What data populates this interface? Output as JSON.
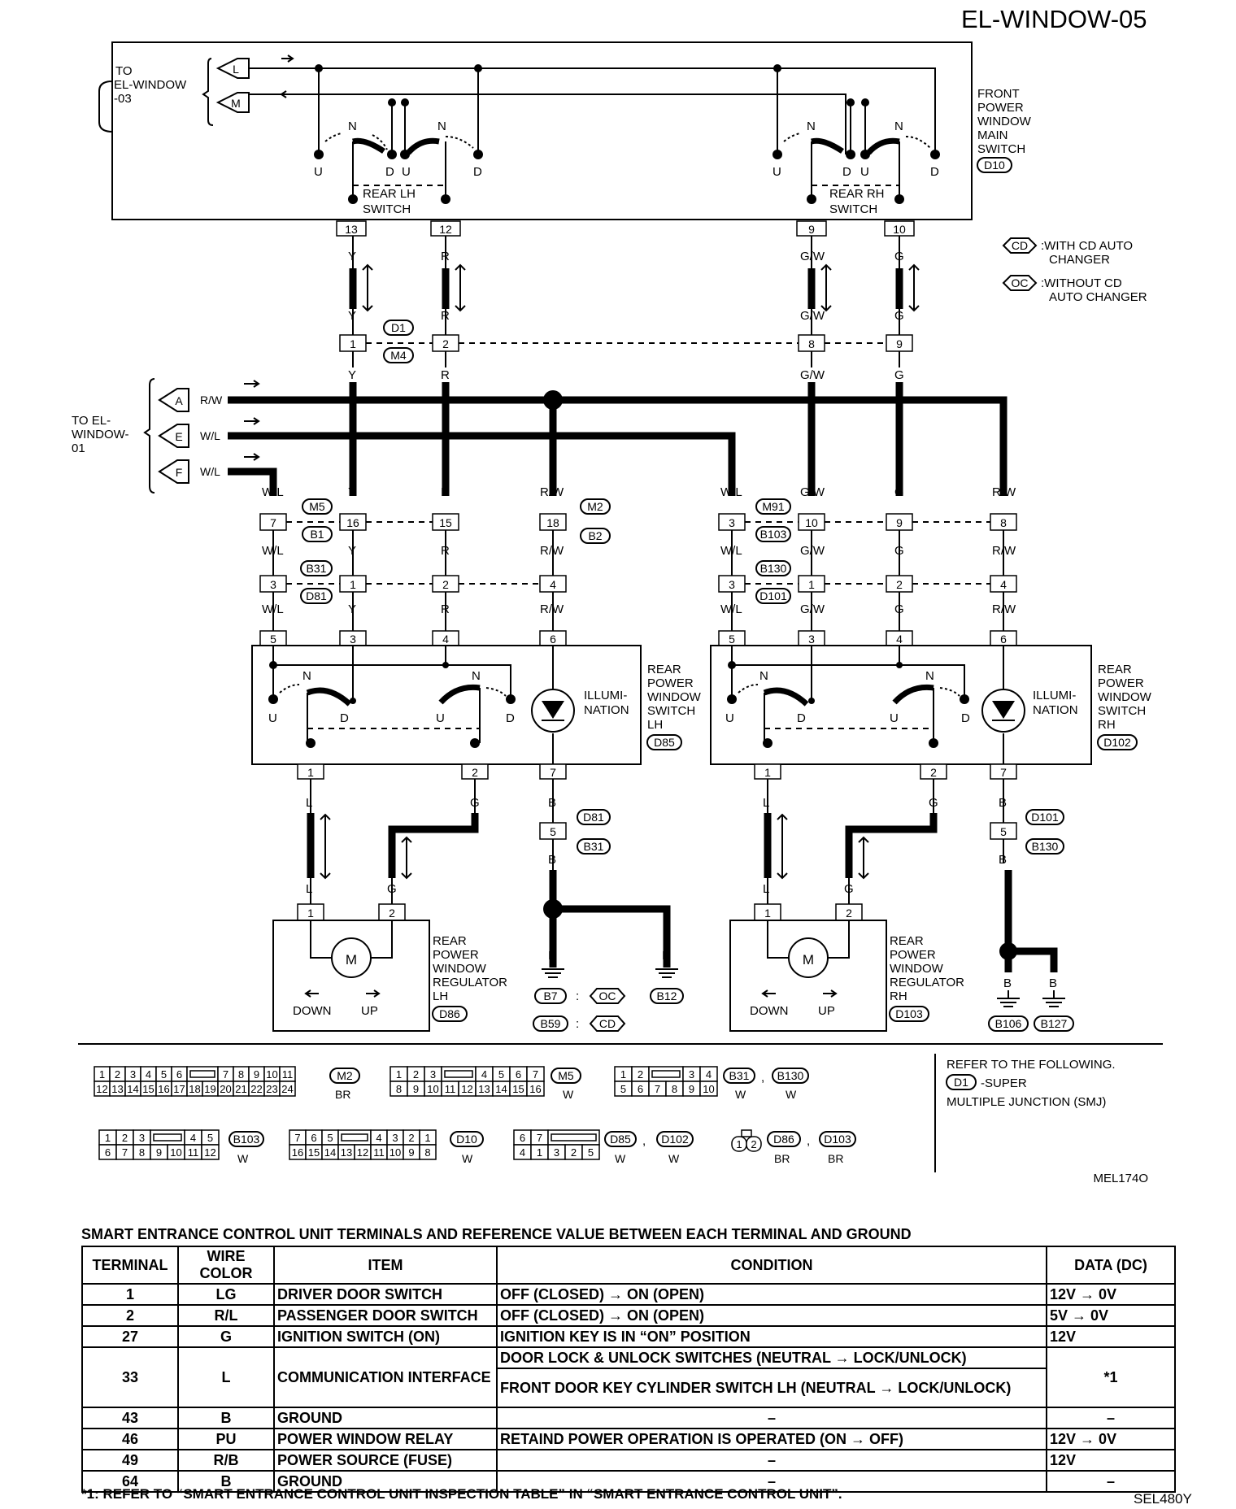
{
  "page_title": "EL-WINDOW-05",
  "figure_code": "MEL174O",
  "table_code": "SEL480Y",
  "labels": {
    "to_window03": [
      "TO",
      "EL-WINDOW",
      "-03"
    ],
    "to_window01": [
      "TO EL-",
      "WINDOW-",
      "01"
    ],
    "front_main_switch": [
      "FRONT",
      "POWER",
      "WINDOW",
      "MAIN",
      "SWITCH"
    ],
    "front_main_switch_conn": "D10",
    "rear_lh_switch": [
      "REAR LH",
      "SWITCH"
    ],
    "rear_rh_switch": [
      "REAR RH",
      "SWITCH"
    ],
    "rear_sw_lh": [
      "REAR",
      "POWER",
      "WINDOW",
      "SWITCH",
      "LH"
    ],
    "rear_sw_lh_conn": "D85",
    "rear_sw_rh": [
      "REAR",
      "POWER",
      "WINDOW",
      "SWITCH",
      "RH"
    ],
    "rear_sw_rh_conn": "D102",
    "illumination": [
      "ILLUMI-",
      "NATION"
    ],
    "reg_lh": [
      "REAR",
      "POWER",
      "WINDOW",
      "REGULATOR",
      "LH"
    ],
    "reg_lh_conn": "D86",
    "reg_rh": [
      "REAR",
      "POWER",
      "WINDOW",
      "REGULATOR",
      "RH"
    ],
    "reg_rh_conn": "D103",
    "down": "DOWN",
    "up": "UP",
    "motor": "M",
    "sw_n": "N",
    "sw_u": "U",
    "sw_d": "D"
  },
  "legend": {
    "cd_code": "CD",
    "cd_text": [
      ":WITH CD AUTO",
      "CHANGER"
    ],
    "oc_code": "OC",
    "oc_text": [
      ":WITHOUT CD",
      "AUTO CHANGER"
    ]
  },
  "harness_in": [
    {
      "letter": "L"
    },
    {
      "letter": "M"
    },
    {
      "letter": "A",
      "wire": "R/W"
    },
    {
      "letter": "E",
      "wire": "W/L"
    },
    {
      "letter": "F",
      "wire": "W/L"
    }
  ],
  "main_pins": [
    "13",
    "12",
    "9",
    "10"
  ],
  "wire_colors_top": [
    "Y",
    "R",
    "G/W",
    "G"
  ],
  "jc_d1": {
    "codes": [
      "D1",
      "M4"
    ],
    "pins": [
      "1",
      "2",
      "8",
      "9"
    ]
  },
  "jc_m5": {
    "codes": [
      "M5",
      "B1"
    ],
    "pins": [
      "7",
      "16",
      "15"
    ]
  },
  "jc_m2": {
    "codes": [
      "M2",
      "B2"
    ],
    "pins": [
      "18"
    ]
  },
  "jc_m91": {
    "codes": [
      "M91",
      "B103"
    ],
    "pins": [
      "3",
      "10",
      "9",
      "8"
    ]
  },
  "jc_b31": {
    "codes": [
      "B31",
      "D81"
    ],
    "pins": [
      "3",
      "1",
      "2",
      "4"
    ]
  },
  "jc_b130": {
    "codes": [
      "B130",
      "D101"
    ],
    "pins": [
      "3",
      "1",
      "2",
      "4"
    ]
  },
  "rear_sw_pins": [
    "5",
    "3",
    "4",
    "6"
  ],
  "rear_sw_bottom_pins": [
    "1",
    "2",
    "7"
  ],
  "ground_jc_lh": {
    "pin": "5",
    "codes": [
      "D81",
      "B31"
    ]
  },
  "ground_jc_rh": {
    "pin": "5",
    "codes": [
      "D101",
      "B130"
    ]
  },
  "wire_colors_bottom": [
    "L",
    "G",
    "B"
  ],
  "grounds": {
    "lh": [
      {
        "code": "B7",
        "opt": "OC"
      },
      {
        "code": "B59",
        "opt": "CD"
      }
    ],
    "lh_b12": "B12",
    "rh": [
      "B106",
      "B127"
    ]
  },
  "connectors": {
    "m2": {
      "top": [
        "1",
        "2",
        "3",
        "4",
        "5",
        "6",
        "7",
        "8",
        "9",
        "10",
        "11"
      ],
      "bottom": [
        "12",
        "13",
        "14",
        "15",
        "16",
        "17",
        "18",
        "19",
        "20",
        "21",
        "22",
        "23",
        "24"
      ],
      "code": "M2",
      "color": "BR"
    },
    "m5": {
      "top": [
        "1",
        "2",
        "3",
        "4",
        "5",
        "6",
        "7"
      ],
      "bottom": [
        "8",
        "9",
        "10",
        "11",
        "12",
        "13",
        "14",
        "15",
        "16"
      ],
      "code": "M5",
      "color": "W"
    },
    "b31": {
      "top": [
        "1",
        "2",
        "3",
        "4"
      ],
      "bottom": [
        "5",
        "6",
        "7",
        "8",
        "9",
        "10"
      ],
      "codes": [
        "B31",
        "B130"
      ],
      "colors": [
        "W",
        "W"
      ]
    },
    "b103": {
      "top": [
        "1",
        "2",
        "3",
        "4",
        "5"
      ],
      "bottom": [
        "6",
        "7",
        "8",
        "9",
        "10",
        "11",
        "12"
      ],
      "code": "B103",
      "color": "W"
    },
    "d10": {
      "top": [
        "7",
        "6",
        "5",
        "4",
        "3",
        "2",
        "1"
      ],
      "bottom": [
        "16",
        "15",
        "14",
        "13",
        "12",
        "11",
        "10",
        "9",
        "8"
      ],
      "code": "D10",
      "color": "W"
    },
    "d85": {
      "top": [
        "6",
        "7"
      ],
      "bottom": [
        "4",
        "1",
        "3",
        "2",
        "5"
      ],
      "codes": [
        "D85",
        "D102"
      ],
      "colors": [
        "W",
        "W"
      ]
    },
    "d86": {
      "pins": [
        "1",
        "2"
      ],
      "codes": [
        "D86",
        "D103"
      ],
      "colors": [
        "BR",
        "BR"
      ]
    }
  },
  "refer_note": {
    "line1": "REFER TO THE FOLLOWING.",
    "code": "D1",
    "line2": "-SUPER",
    "line3": "MULTIPLE JUNCTION (SMJ)"
  },
  "terminal_table": {
    "title": "SMART ENTRANCE CONTROL UNIT TERMINALS AND REFERENCE VALUE BETWEEN EACH TERMINAL AND GROUND",
    "headers": [
      "TERMINAL",
      "WIRE COLOR",
      "ITEM",
      "CONDITION",
      "DATA (DC)"
    ],
    "rows": [
      {
        "terminal": "1",
        "wire": "LG",
        "item": "DRIVER DOOR SWITCH",
        "condition": "OFF (CLOSED) → ON (OPEN)",
        "data": "12V → 0V"
      },
      {
        "terminal": "2",
        "wire": "R/L",
        "item": "PASSENGER DOOR SWITCH",
        "condition": "OFF (CLOSED) → ON (OPEN)",
        "data": "5V → 0V"
      },
      {
        "terminal": "27",
        "wire": "G",
        "item": "IGNITION SWITCH (ON)",
        "condition": "IGNITION KEY IS IN “ON” POSITION",
        "data": "12V"
      },
      {
        "terminal": "33",
        "wire": "L",
        "item": "COMMUNICATION INTERFACE",
        "condition": "DOOR LOCK & UNLOCK SWITCHES (NEUTRAL → LOCK/UNLOCK)",
        "condition2": "FRONT DOOR KEY CYLINDER SWITCH LH (NEUTRAL → LOCK/UNLOCK)",
        "data": "*1"
      },
      {
        "terminal": "43",
        "wire": "B",
        "item": "GROUND",
        "condition": "–",
        "data": "–"
      },
      {
        "terminal": "46",
        "wire": "PU",
        "item": "POWER WINDOW RELAY",
        "condition": "RETAIND POWER OPERATION IS OPERATED  (ON → OFF)",
        "data": "12V → 0V"
      },
      {
        "terminal": "49",
        "wire": "R/B",
        "item": "POWER SOURCE (FUSE)",
        "condition": "–",
        "data": "12V"
      },
      {
        "terminal": "64",
        "wire": "B",
        "item": "GROUND",
        "condition": "–",
        "data": "–"
      }
    ],
    "footnote": "*1: REFER TO “SMART ENTRANCE CONTROL UNIT INSPECTION TABLE” IN “SMART ENTRANCE CONTROL UNIT”."
  }
}
